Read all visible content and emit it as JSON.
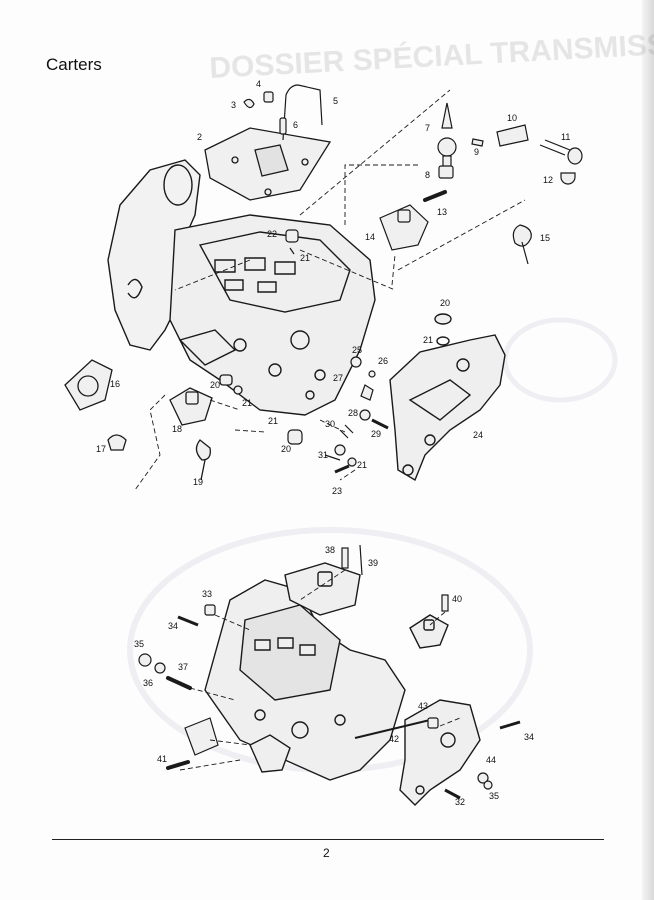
{
  "page": {
    "title": "Carters",
    "page_number": "2",
    "watermark": "DOSSIER SPÉCIAL TRANSMISSION"
  },
  "upper_callouts": [
    "2",
    "3",
    "4",
    "5",
    "6",
    "7",
    "8",
    "9",
    "10",
    "11",
    "12",
    "13",
    "14",
    "15",
    "16",
    "17",
    "18",
    "19",
    "20",
    "21",
    "22",
    "20",
    "21",
    "21",
    "23",
    "24",
    "25",
    "26",
    "27",
    "28",
    "29",
    "30",
    "31",
    "21",
    "20",
    "21"
  ],
  "lower_callouts": [
    "32",
    "33",
    "34",
    "34",
    "35",
    "35",
    "36",
    "37",
    "38",
    "39",
    "40",
    "41",
    "42",
    "43",
    "44"
  ]
}
